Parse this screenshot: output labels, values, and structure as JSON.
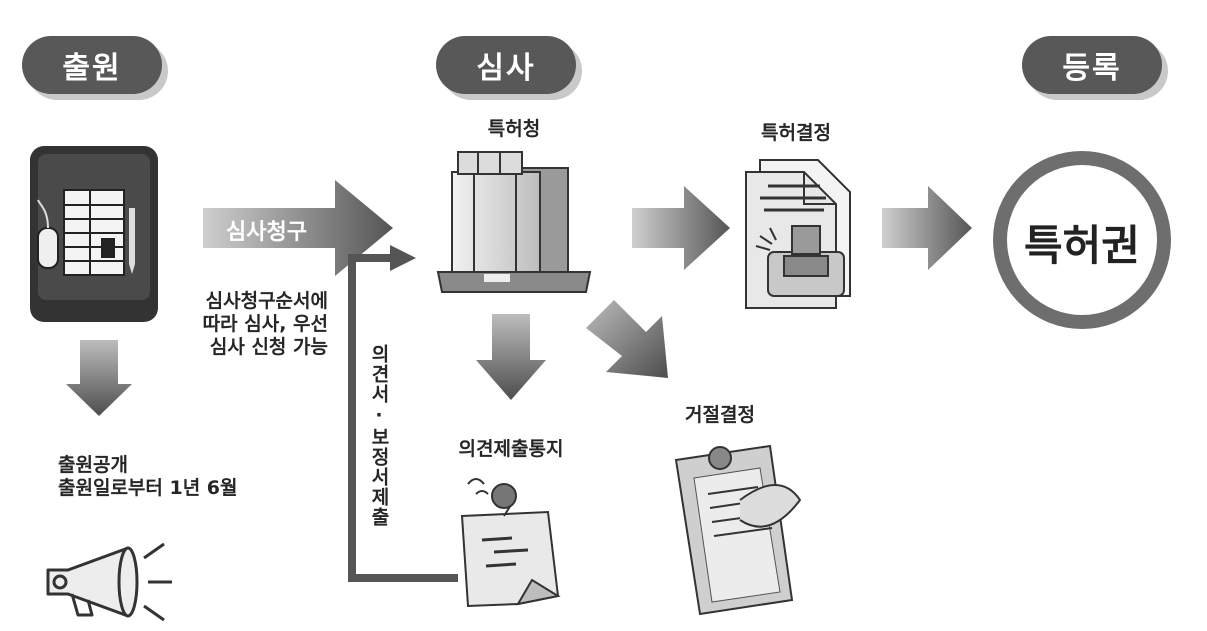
{
  "stages": {
    "filing": "출원",
    "examination": "심사",
    "registration": "등록"
  },
  "labels": {
    "exam_request": "심사청구",
    "priority_note": [
      "심사청구순서에",
      "따라 심사, 우선",
      "심사 신청 가능"
    ],
    "patent_office": "특허청",
    "patent_decision": "특허결정",
    "patent_right": "특허권",
    "rejection_decision": "거절결정",
    "opinion_notice": "의견제출통지",
    "publication": [
      "출원공개",
      "출원일로부터 1년 6월"
    ],
    "opinion_amendment": "의견서·보정서제출"
  }
}
